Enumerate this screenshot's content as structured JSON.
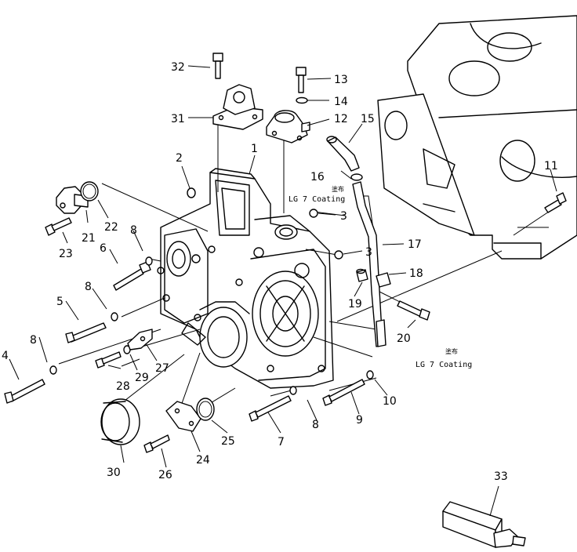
{
  "callouts": [
    {
      "id": "c1",
      "label": "1"
    },
    {
      "id": "c2",
      "label": "2"
    },
    {
      "id": "c3a",
      "label": "3"
    },
    {
      "id": "c3b",
      "label": "3"
    },
    {
      "id": "c4",
      "label": "4"
    },
    {
      "id": "c5",
      "label": "5"
    },
    {
      "id": "c6",
      "label": "6"
    },
    {
      "id": "c7",
      "label": "7"
    },
    {
      "id": "c8a",
      "label": "8"
    },
    {
      "id": "c8b",
      "label": "8"
    },
    {
      "id": "c8c",
      "label": "8"
    },
    {
      "id": "c8d",
      "label": "8"
    },
    {
      "id": "c9",
      "label": "9"
    },
    {
      "id": "c10",
      "label": "10"
    },
    {
      "id": "c11",
      "label": "11"
    },
    {
      "id": "c12",
      "label": "12"
    },
    {
      "id": "c13",
      "label": "13"
    },
    {
      "id": "c14",
      "label": "14"
    },
    {
      "id": "c15",
      "label": "15"
    },
    {
      "id": "c16",
      "label": "16"
    },
    {
      "id": "c17",
      "label": "17"
    },
    {
      "id": "c18",
      "label": "18"
    },
    {
      "id": "c19",
      "label": "19"
    },
    {
      "id": "c20",
      "label": "20"
    },
    {
      "id": "c21",
      "label": "21"
    },
    {
      "id": "c22",
      "label": "22"
    },
    {
      "id": "c23",
      "label": "23"
    },
    {
      "id": "c24",
      "label": "24"
    },
    {
      "id": "c25",
      "label": "25"
    },
    {
      "id": "c26",
      "label": "26"
    },
    {
      "id": "c27",
      "label": "27"
    },
    {
      "id": "c28",
      "label": "28"
    },
    {
      "id": "c29",
      "label": "29"
    },
    {
      "id": "c30",
      "label": "30"
    },
    {
      "id": "c31",
      "label": "31"
    },
    {
      "id": "c32",
      "label": "32"
    },
    {
      "id": "c33",
      "label": "33"
    }
  ],
  "notes": {
    "coating_top_kanji": "塗布",
    "coating_top": "LG 7 Coating",
    "coating_bottom_kanji": "塗布",
    "coating_bottom": "LG 7 Coating"
  }
}
